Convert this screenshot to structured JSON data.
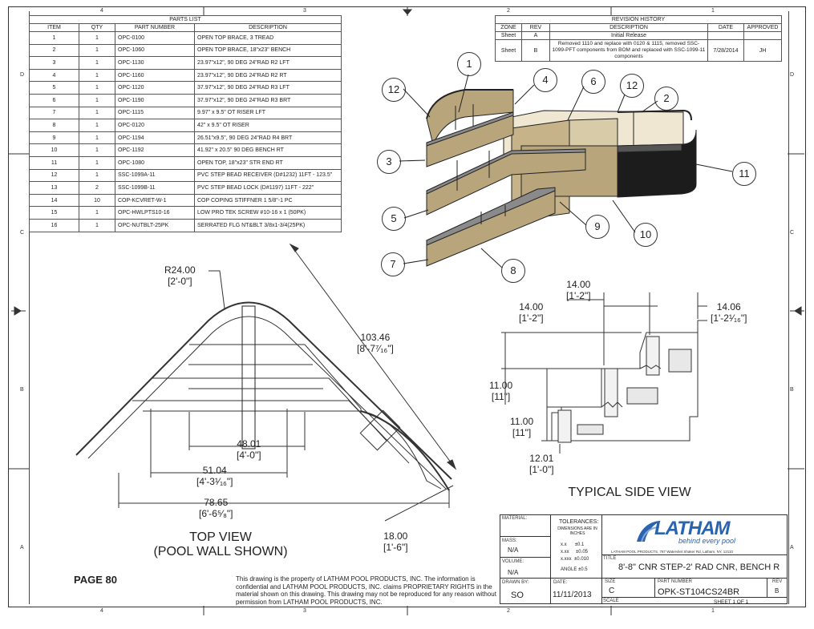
{
  "zones": {
    "top": [
      "4",
      "3",
      "2",
      "1"
    ],
    "bottom": [
      "4",
      "3",
      "2",
      "1"
    ],
    "left": [
      "D",
      "C",
      "B",
      "A"
    ],
    "right": [
      "D",
      "C",
      "B",
      "A"
    ]
  },
  "parts_list": {
    "title": "PARTS LIST",
    "headers": [
      "ITEM",
      "QTY",
      "PART NUMBER",
      "DESCRIPTION"
    ],
    "rows": [
      [
        "1",
        "1",
        "OPC-0100",
        "OPEN TOP BRACE, 3 TREAD"
      ],
      [
        "2",
        "1",
        "OPC-1060",
        "OPEN TOP BRACE, 18\"x23\" BENCH"
      ],
      [
        "3",
        "1",
        "OPC-1130",
        "23.97\"x12\", 90 DEG 24\"RAD R2 LFT"
      ],
      [
        "4",
        "1",
        "OPC-1160",
        "23.97\"x12\", 90 DEG 24\"RAD R2 RT"
      ],
      [
        "5",
        "1",
        "OPC-1120",
        "37.97\"x12\", 90 DEG 24\"RAD  R3 LFT"
      ],
      [
        "6",
        "1",
        "OPC-1190",
        "37.97\"x12\", 90 DEG 24\"RAD  R3 BRT"
      ],
      [
        "7",
        "1",
        "OPC-1115",
        "9.97\" x 9.5\" OT RISER LFT"
      ],
      [
        "8",
        "1",
        "OPC-0120",
        "42\" x 9.5\" OT RISER"
      ],
      [
        "9",
        "1",
        "OPC-1194",
        "26.51\"x9.5\", 90 DEG 24\"RAD  R4 BRT"
      ],
      [
        "10",
        "1",
        "OPC-1192",
        "41.92\" x 20.5\" 90 DEG BENCH RT"
      ],
      [
        "11",
        "1",
        "OPC-1080",
        "OPEN TOP, 18\"x23\" STR END RT"
      ],
      [
        "12",
        "1",
        "SSC-1099A-11",
        "PVC STEP BEAD RECEIVER (D#1232) 11FT - 123.5\""
      ],
      [
        "13",
        "2",
        "SSC-1099B-11",
        "PVC STEP BEAD LOCK (D#1197) 11FT - 222\""
      ],
      [
        "14",
        "10",
        "COP-KCVRET-W-1",
        "COP COPING STIFFNER 1 5/8\"-1 PC"
      ],
      [
        "15",
        "1",
        "OPC-HWLPTS10-16",
        "LOW PRO TEK SCREW #10-16 x 1 (50PK)"
      ],
      [
        "16",
        "1",
        "OPC-NUTBLT-25PK",
        "SERRATED FLG NT&BLT 3/8x1-3/4(25PK)"
      ]
    ]
  },
  "revision_history": {
    "title": "REVISION HISTORY",
    "headers": [
      "ZONE",
      "REV",
      "DESCRIPTION",
      "DATE",
      "APPROVED"
    ],
    "rows": [
      [
        "Sheet",
        "A",
        "Initial Release",
        "",
        ""
      ],
      [
        "Sheet",
        "B",
        "Removed 1110 and replace with 0120 & 1115, removed SSC-1099-PFT components from BOM and replaced with SSC-1099-11 components",
        "7/28/2014",
        "JH"
      ]
    ]
  },
  "callouts": [
    "1",
    "2",
    "3",
    "4",
    "5",
    "6",
    "7",
    "8",
    "9",
    "10",
    "11",
    "12",
    "12"
  ],
  "top_view": {
    "title_line1": "TOP VIEW",
    "title_line2": "(POOL WALL SHOWN)",
    "dims": {
      "radius": "R24.00",
      "radius_ft": "[2'-0\"]",
      "diag": "103.46",
      "diag_ft": "[8'-7⁷⁄₁₆\"]",
      "d4801": "48.01",
      "d4801_ft": "[4'-0\"]",
      "d5104": "51.04",
      "d5104_ft": "[4'-3¹⁄₁₆\"]",
      "d7865": "78.65",
      "d7865_ft": "[6'-6⁵⁄₈\"]",
      "d1800": "18.00",
      "d1800_ft": "[1'-6\"]"
    }
  },
  "side_view": {
    "title": "TYPICAL SIDE VIEW",
    "dims": {
      "a": "14.00",
      "a_ft": "[1'-2\"]",
      "b": "14.00",
      "b_ft": "[1'-2\"]",
      "c": "14.06",
      "c_ft": "[1'-2¹⁄₁₆\"]",
      "d": "11.00",
      "d_ft": "[11\"]",
      "e": "11.00",
      "e_ft": "[11\"]",
      "f": "12.01",
      "f_ft": "[1'-0\"]"
    }
  },
  "page_label": "PAGE 80",
  "notice": "This drawing is the property of LATHAM POOL PRODUCTS, INC. The information is confidential and LATHAM POOL PRODUCTS, INC. claims PROPRIETARY RIGHTS in the material shown on this drawing. This drawing may not be reproduced for any reason without permission from LATHAM POOL PRODUCTS, INC.",
  "title_block": {
    "material_label": "MATERIAL:",
    "mass_label": "MASS:",
    "mass_value": "N/A",
    "volume_label": "VOLUME:",
    "volume_value": "N/A",
    "drawn_by_label": "DRAWN BY:",
    "drawn_by_value": "SO",
    "date_label": "DATE:",
    "date_value": "11/11/2013",
    "tolerances_label": "TOLERANCES:",
    "tolerances_sub": "DIMENSIONS ARE IN INCHES",
    "tol_rows": [
      [
        "x.x",
        "±0.1"
      ],
      [
        "x.xx",
        "±0.05"
      ],
      [
        "x.xxx",
        "±0.010"
      ]
    ],
    "angle": "ANGLE  ±0.5",
    "logo_main": "LATHAM",
    "logo_tag": "behind every pool",
    "company_line": "LATHAM POOL PRODUCTS, 787 Watervliet Shaker Rd, Latham, NY, 12110",
    "title_label": "TITLE",
    "title_value": "8'-8\" CNR STEP-2' RAD CNR, BENCH R",
    "size_label": "SIZE",
    "size_value": "C",
    "scale_label": "SCALE",
    "part_label": "PART NUMBER",
    "part_value": "OPK-ST104CS24BR",
    "rev_label": "REV",
    "rev_value": "B",
    "sheet": "SHEET 1   OF 1"
  },
  "colors": {
    "tan": "#b9a57c",
    "dark": "#1c1c1c",
    "gray": "#8a8a8a",
    "logo_blue": "#2a63b0"
  }
}
